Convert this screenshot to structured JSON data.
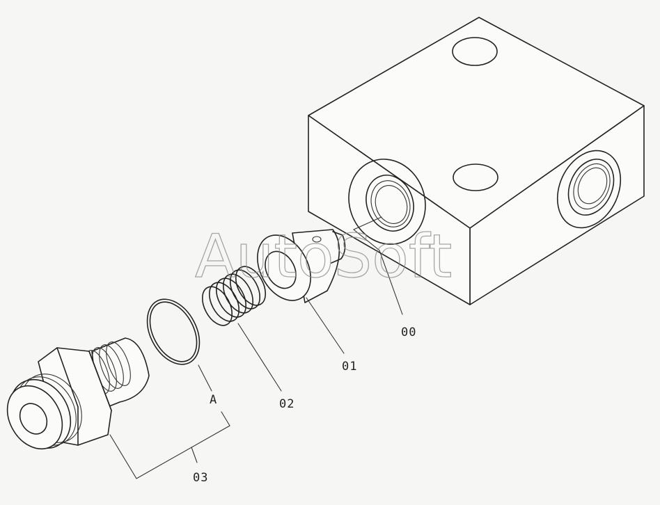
{
  "watermark": "AutoSoft",
  "callouts": {
    "body": "00",
    "seat": "01",
    "spring": "02",
    "plug_assembly": "03",
    "oring": "A"
  }
}
